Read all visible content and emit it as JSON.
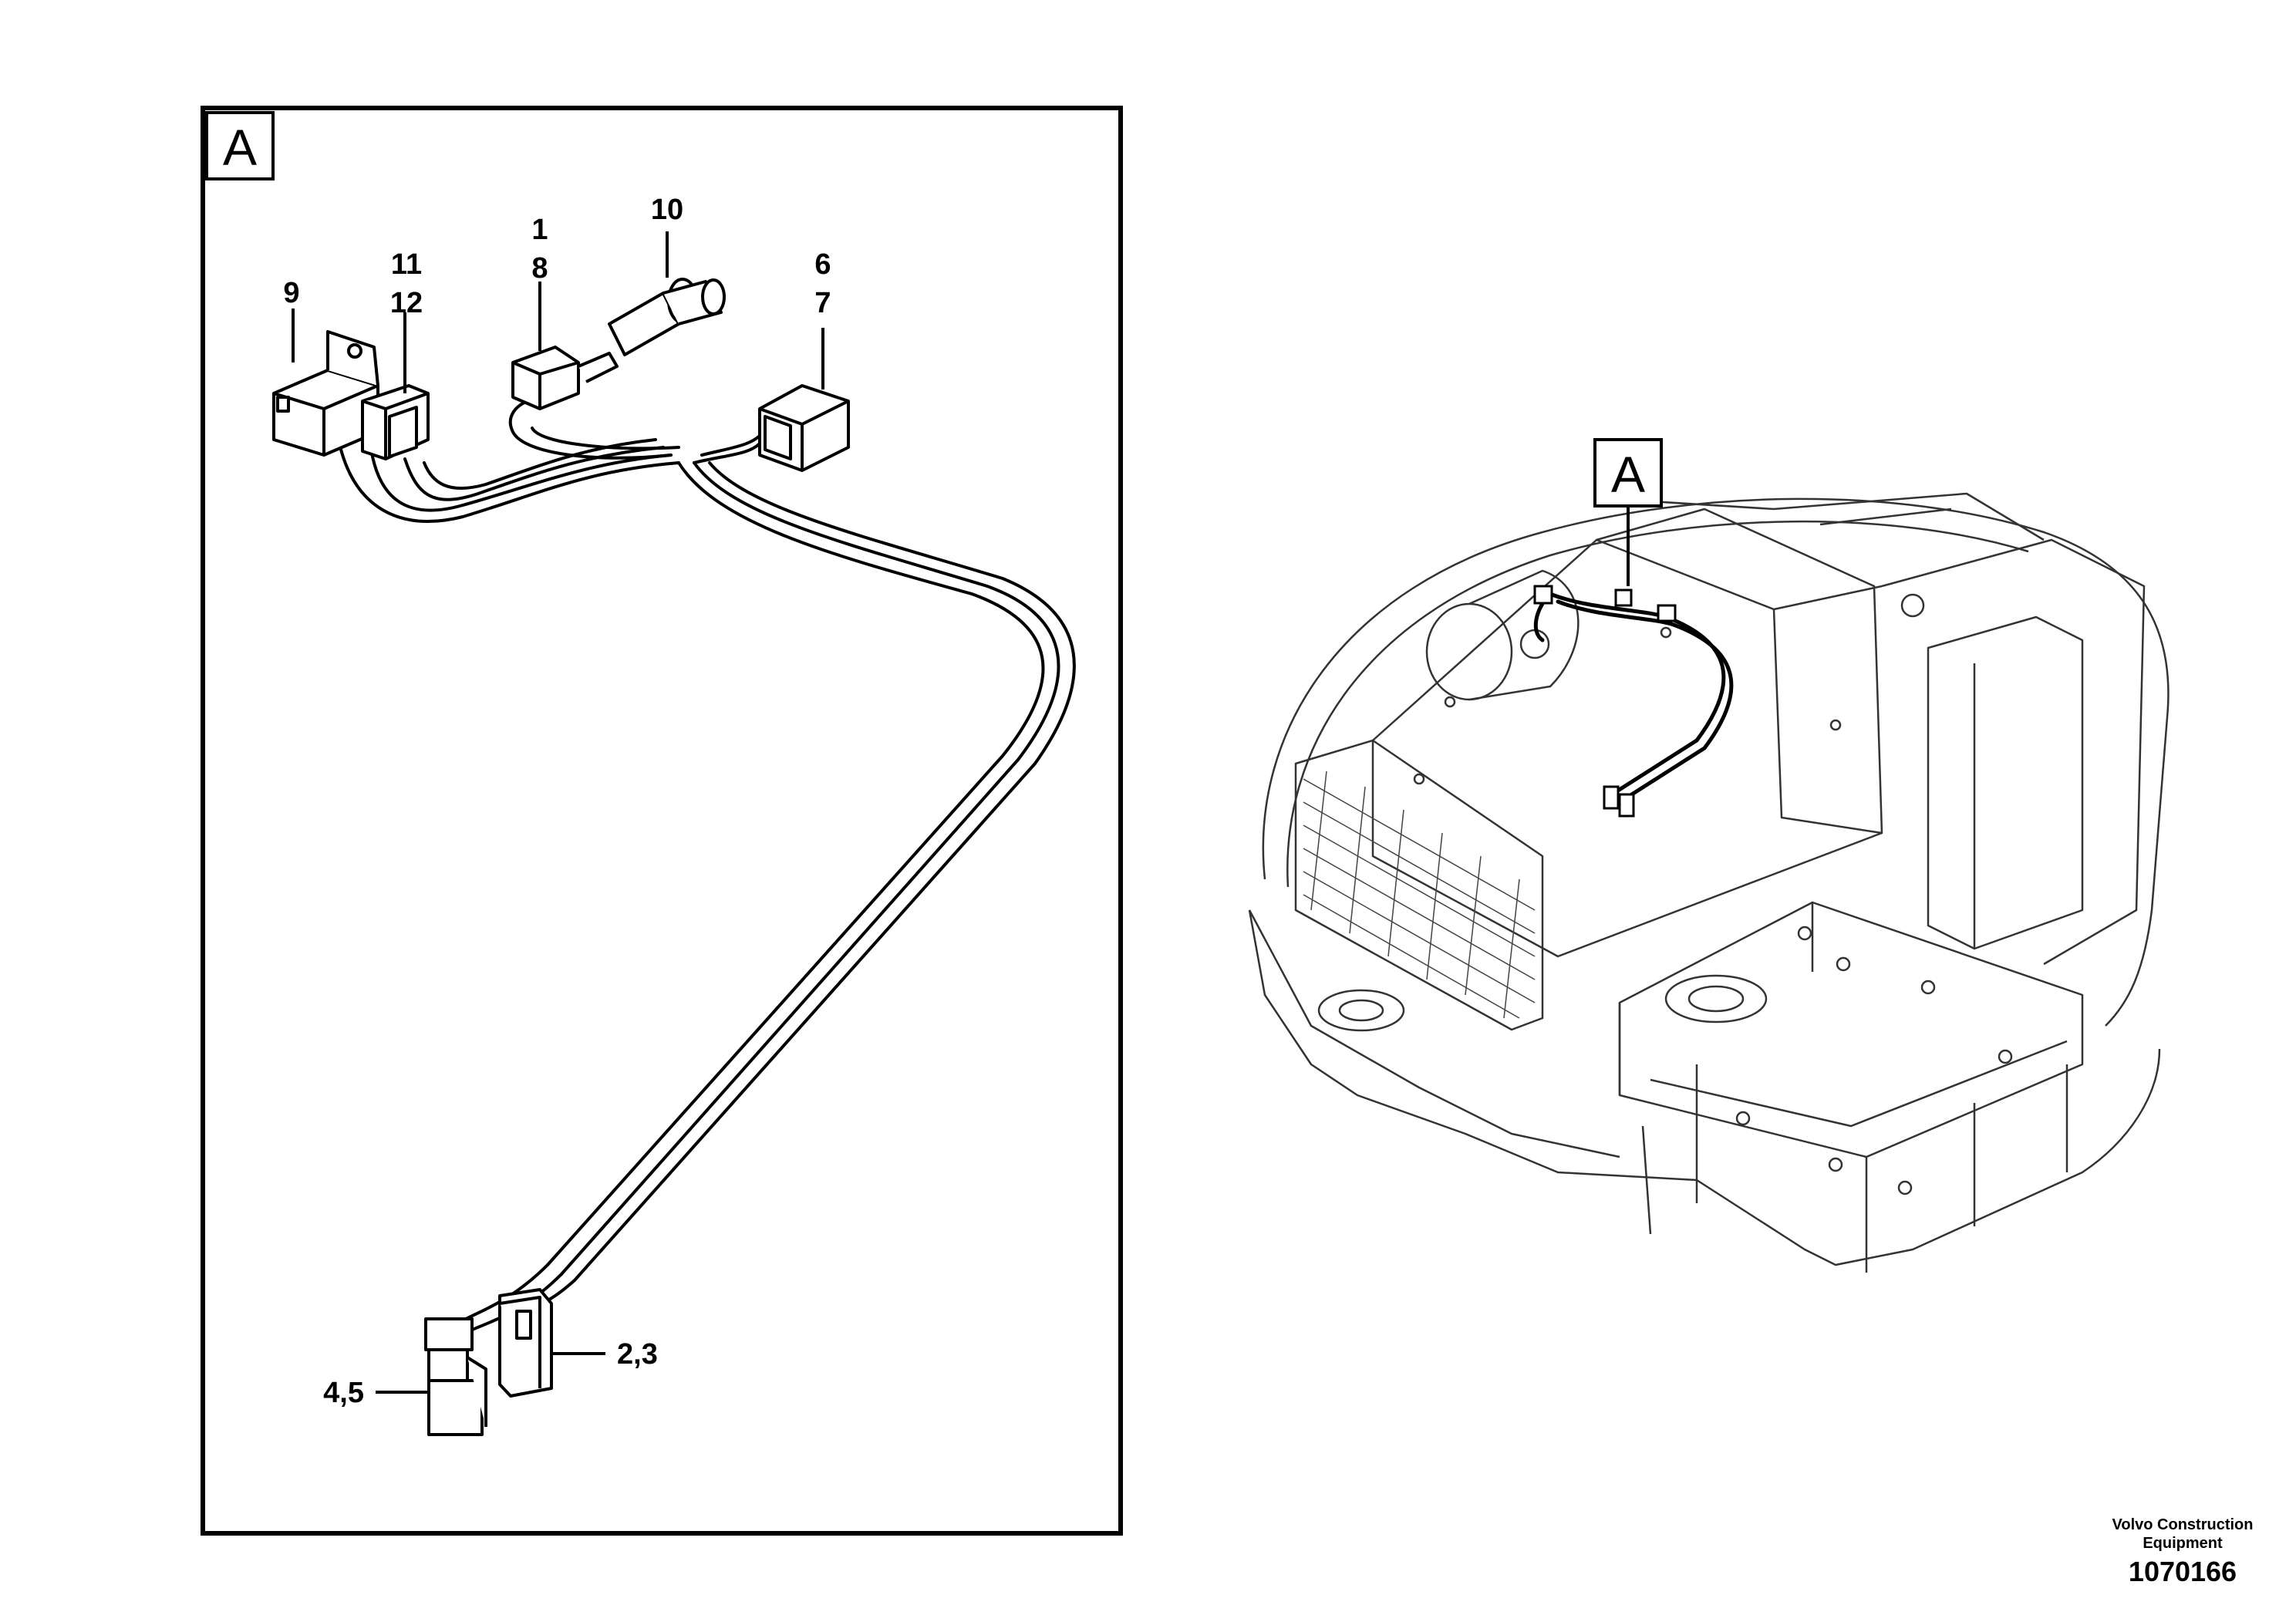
{
  "detail_view": {
    "letter": "A",
    "callouts": {
      "c9": "9",
      "c11": "11",
      "c12": "12",
      "c1": "1",
      "c8": "8",
      "c10": "10",
      "c6": "6",
      "c7": "7",
      "c45": "4,5",
      "c23": "2,3"
    }
  },
  "overview": {
    "letter": "A"
  },
  "footer": {
    "company_line1": "Volvo Construction",
    "company_line2": "Equipment",
    "drawing_number": "1070166"
  }
}
